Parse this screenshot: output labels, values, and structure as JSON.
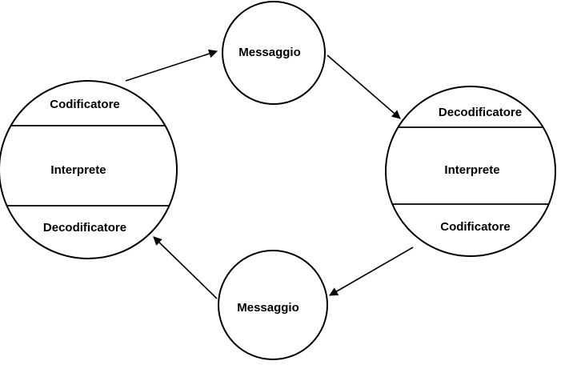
{
  "diagram": {
    "left_node": {
      "top": "Codificatore",
      "middle": "Interprete",
      "bottom": "Decodificatore"
    },
    "right_node": {
      "top": "Decodificatore",
      "middle": "Interprete",
      "bottom": "Codificatore"
    },
    "top_message": "Messaggio",
    "bottom_message": "Messaggio"
  }
}
